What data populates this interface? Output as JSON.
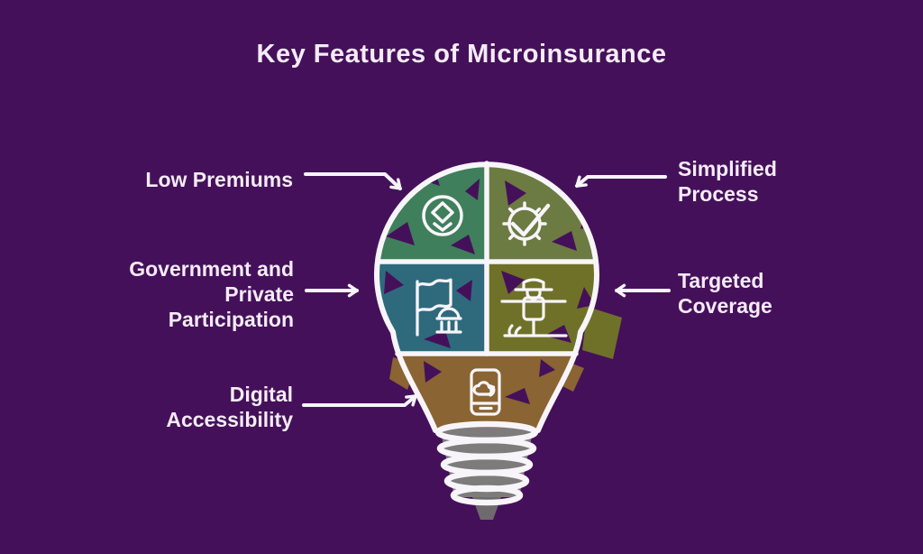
{
  "title": "Key Features of Microinsurance",
  "colors": {
    "background": "#45105a",
    "text": "#f4ecf6",
    "outline": "#f8f5fa",
    "base_gray": "#7d7b7c",
    "base_tip": "#6e6a6e"
  },
  "features": [
    {
      "id": "low-premiums",
      "label": "Low Premiums",
      "lines": [
        "Low Premiums"
      ],
      "icon": "coin-value-icon",
      "section": "top-left-quadrant",
      "color": "#3f7f5c",
      "arrow": "right-then-down"
    },
    {
      "id": "simplified-process",
      "label": "Simplified Process",
      "lines": [
        "Simplified",
        "Process"
      ],
      "icon": "gear-check-icon",
      "section": "top-right-quadrant",
      "color": "#6c7b41",
      "arrow": "left-then-down"
    },
    {
      "id": "government-and-private-participation",
      "label": "Government and Private Participation",
      "lines": [
        "Government and",
        "Private",
        "Participation"
      ],
      "icon": "map-landmark-icon",
      "section": "bottom-left-quadrant",
      "color": "#2e6a7c",
      "arrow": "right"
    },
    {
      "id": "targeted-coverage",
      "label": "Targeted Coverage",
      "lines": [
        "Targeted",
        "Coverage"
      ],
      "icon": "scarecrow-icon",
      "section": "bottom-right-quadrant",
      "color": "#6f7128",
      "arrow": "left"
    },
    {
      "id": "digital-accessibility",
      "label": "Digital Accessibility",
      "lines": [
        "Digital",
        "Accessibility"
      ],
      "icon": "smartphone-cloud-icon",
      "section": "bulb-neck",
      "color": "#8a6432",
      "arrow": "right-then-up"
    }
  ]
}
